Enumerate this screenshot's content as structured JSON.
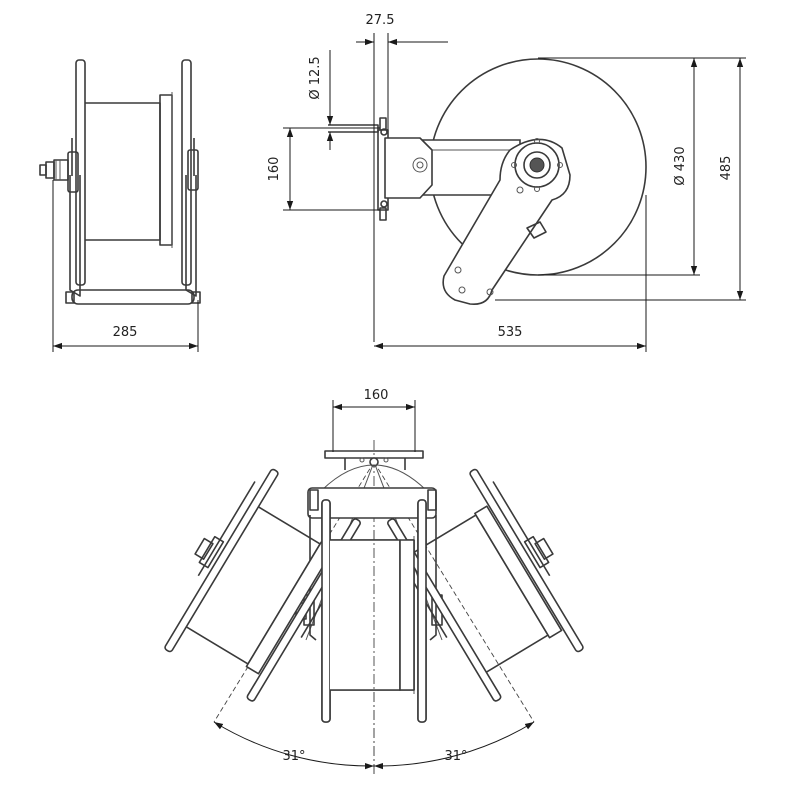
{
  "drawing": {
    "dimensions": {
      "side_width": "285",
      "bracket_offset": "27.5",
      "bolt_diameter": "Ø 12.5",
      "bracket_height": "160",
      "drum_diameter": "Ø 430",
      "overall_height": "485",
      "overall_length": "535",
      "top_bracket_width": "160",
      "swivel_left": "31°",
      "swivel_right": "31°"
    }
  }
}
